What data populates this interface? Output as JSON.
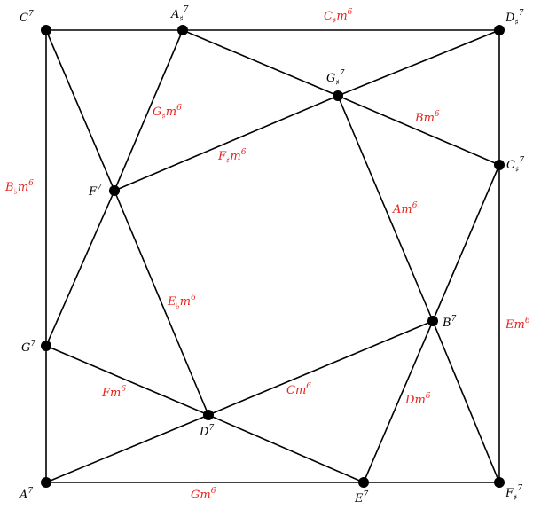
{
  "diagram": {
    "colors": {
      "line": "#000000",
      "node": "#000000",
      "chord_label": "#e8231b"
    },
    "nodes": [
      {
        "id": "C",
        "root": "C",
        "acc": "",
        "q": "7"
      },
      {
        "id": "As",
        "root": "A",
        "acc": "♯",
        "q": "7"
      },
      {
        "id": "Ds",
        "root": "D",
        "acc": "♯",
        "q": "7"
      },
      {
        "id": "Gs",
        "root": "G",
        "acc": "♯",
        "q": "7"
      },
      {
        "id": "Cs",
        "root": "C",
        "acc": "♯",
        "q": "7"
      },
      {
        "id": "F",
        "root": "F",
        "acc": "",
        "q": "7"
      },
      {
        "id": "B",
        "root": "B",
        "acc": "",
        "q": "7"
      },
      {
        "id": "G",
        "root": "G",
        "acc": "",
        "q": "7"
      },
      {
        "id": "D",
        "root": "D",
        "acc": "",
        "q": "7"
      },
      {
        "id": "A",
        "root": "A",
        "acc": "",
        "q": "7"
      },
      {
        "id": "E",
        "root": "E",
        "acc": "",
        "q": "7"
      },
      {
        "id": "Fs",
        "root": "F",
        "acc": "♯",
        "q": "7"
      }
    ],
    "edges": [
      {
        "id": "C-As",
        "from": "C",
        "to": "As"
      },
      {
        "id": "As-Ds",
        "from": "As",
        "to": "Ds",
        "root": "C",
        "acc": "♯",
        "q": "m",
        "sup": "6"
      },
      {
        "id": "Ds-Cs",
        "from": "Ds",
        "to": "Cs"
      },
      {
        "id": "Cs-Fs",
        "from": "Cs",
        "to": "Fs",
        "root": "E",
        "acc": "",
        "q": "m",
        "sup": "6"
      },
      {
        "id": "Fs-E",
        "from": "Fs",
        "to": "E"
      },
      {
        "id": "E-A",
        "from": "E",
        "to": "A",
        "root": "G",
        "acc": "",
        "q": "m",
        "sup": "6"
      },
      {
        "id": "A-G",
        "from": "A",
        "to": "G"
      },
      {
        "id": "G-C",
        "from": "G",
        "to": "C",
        "root": "B",
        "acc": "♭",
        "q": "m",
        "sup": "6"
      },
      {
        "id": "C-F",
        "from": "C",
        "to": "F"
      },
      {
        "id": "F-D",
        "from": "F",
        "to": "D",
        "root": "E",
        "acc": "♭",
        "q": "m",
        "sup": "6"
      },
      {
        "id": "D-B",
        "from": "D",
        "to": "B",
        "root": "C",
        "acc": "",
        "q": "m",
        "sup": "6"
      },
      {
        "id": "B-Fs",
        "from": "B",
        "to": "Fs"
      },
      {
        "id": "As-F",
        "from": "As",
        "to": "F",
        "root": "G",
        "acc": "♯",
        "q": "m",
        "sup": "6"
      },
      {
        "id": "F-G",
        "from": "F",
        "to": "G"
      },
      {
        "id": "G-D",
        "from": "G",
        "to": "D",
        "root": "F",
        "acc": "",
        "q": "m",
        "sup": "6"
      },
      {
        "id": "D-E",
        "from": "D",
        "to": "E"
      },
      {
        "id": "As-Gs",
        "from": "As",
        "to": "Gs"
      },
      {
        "id": "Gs-Cs",
        "from": "Gs",
        "to": "Cs",
        "root": "B",
        "acc": "",
        "q": "m",
        "sup": "6"
      },
      {
        "id": "Gs-B",
        "from": "Gs",
        "to": "B",
        "root": "A",
        "acc": "",
        "q": "m",
        "sup": "6"
      },
      {
        "id": "B-E",
        "from": "B",
        "to": "E",
        "root": "D",
        "acc": "",
        "q": "m",
        "sup": "6"
      },
      {
        "id": "Cs-B",
        "from": "Cs",
        "to": "B"
      },
      {
        "id": "F-Gs",
        "from": "F",
        "to": "Gs",
        "root": "F",
        "acc": "♯",
        "q": "m",
        "sup": "6"
      },
      {
        "id": "Gs-Ds",
        "from": "Gs",
        "to": "Ds"
      },
      {
        "id": "A-D",
        "from": "A",
        "to": "D"
      }
    ]
  }
}
